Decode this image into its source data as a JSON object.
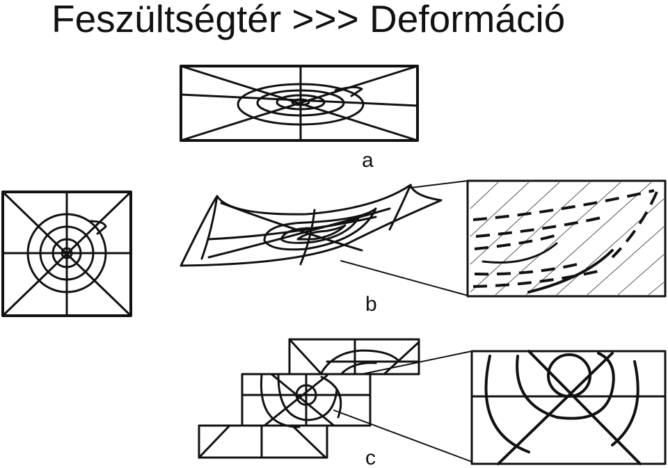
{
  "title": "Feszültségtér >>> Deformáció",
  "labels": {
    "a": "a",
    "b": "b",
    "c": "c"
  },
  "colors": {
    "ink": "#111111",
    "background": "#ffffff",
    "hatch": "#555555"
  }
}
